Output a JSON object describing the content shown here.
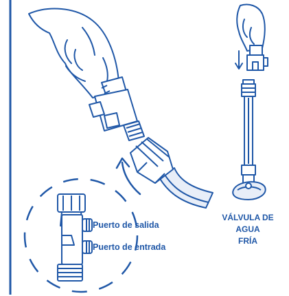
{
  "labels": {
    "outlet_port": "Puerto de salida",
    "inlet_port": "Puerto de entrada",
    "valve_title_line1": "VÁLVULA DE",
    "valve_title_line2": "AGUA",
    "valve_title_line3": "FRÍA"
  },
  "colors": {
    "line": "#1f57a7",
    "fill": "#ffffff",
    "hose_fill": "#e8eef8",
    "background": "#ffffff"
  },
  "icons": {
    "hand_large": "hand-icon",
    "hand_small": "hand-icon",
    "rotation_arrow": "curved-arrow-icon",
    "down_arrow": "arrow-down-icon"
  }
}
